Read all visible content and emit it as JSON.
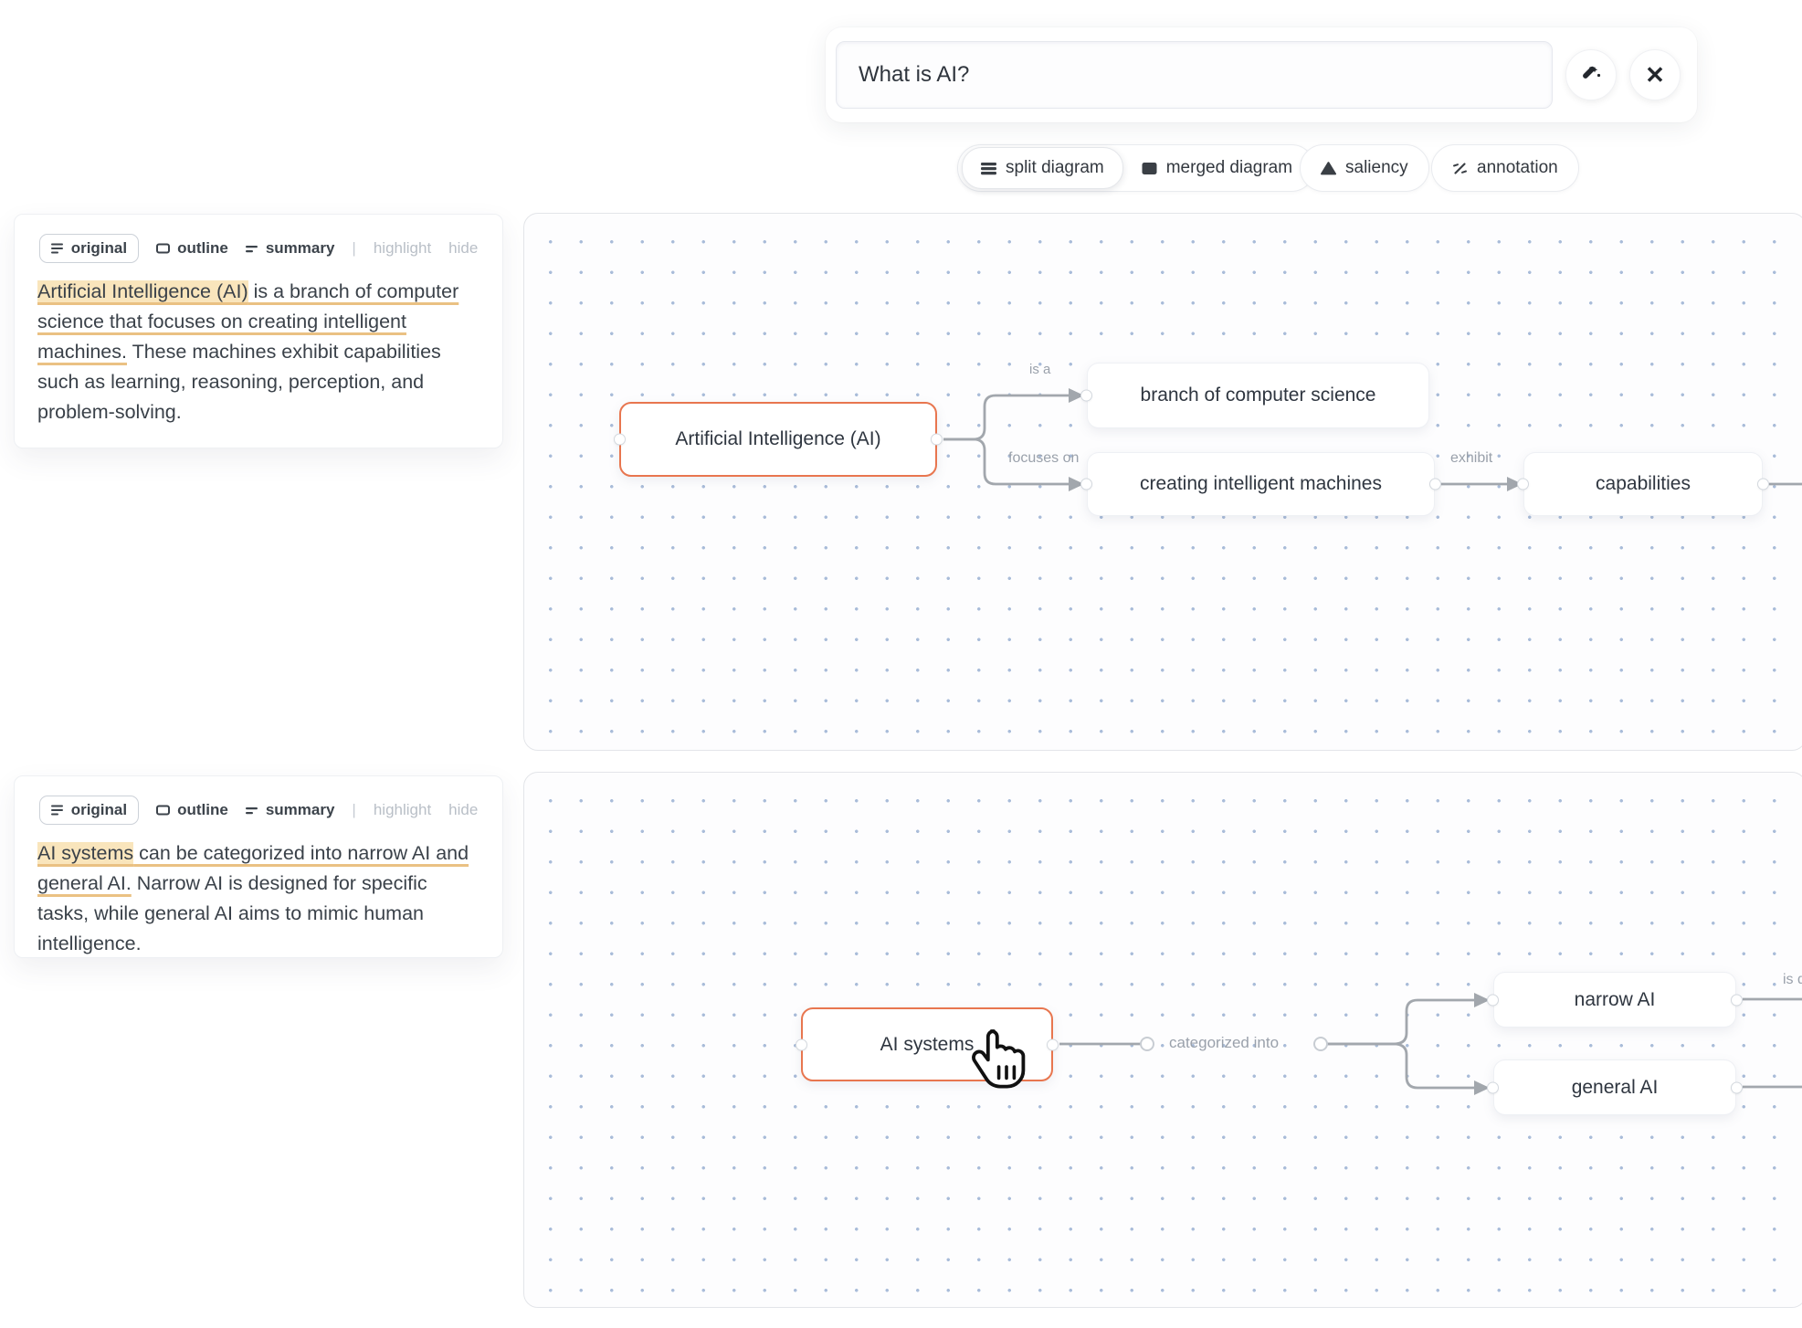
{
  "search": {
    "value": "What is AI?",
    "close_glyph": "✕"
  },
  "chips": {
    "split": {
      "label": "split diagram"
    },
    "merged": {
      "label": "merged diagram"
    },
    "saliency": {
      "label": "saliency"
    },
    "annotation": {
      "label": "annotation"
    }
  },
  "cards": [
    {
      "menu": {
        "original": "original",
        "outline": "outline",
        "summary": "summary",
        "divider": "|",
        "highlight": "highlight",
        "hide": "hide"
      },
      "segments": [
        {
          "text": "Artificial Intelligence (AI)"
        },
        {
          "text": " is a branch of computer science that focuses on creating intelligent machines."
        },
        {
          "text": " These machines exhibit capabilities such as learning, reasoning, perception, and problem-solving."
        }
      ]
    },
    {
      "menu": {
        "original": "original",
        "outline": "outline",
        "summary": "summary",
        "divider": "|",
        "highlight": "highlight",
        "hide": "hide"
      },
      "segments": [
        {
          "text": "AI systems"
        },
        {
          "text": " can be categorized into narrow AI and general AI."
        },
        {
          "text": " Narrow AI is designed for specific tasks, while general AI aims to mimic human intelligence."
        }
      ]
    }
  ],
  "diagrams": [
    {
      "nodes": {
        "root": "Artificial Intelligence (AI)",
        "branch": "branch of computer science",
        "creating": "creating intelligent machines",
        "capabilities": "capabilities"
      },
      "edges": {
        "is_a": "is a",
        "focuses_on": "focuses on",
        "exhibit": "exhibit"
      }
    },
    {
      "nodes": {
        "root": "AI systems",
        "narrow": "narrow AI",
        "general": "general AI"
      },
      "edges": {
        "categorized": "categorized into",
        "is_d_partial": "is d"
      }
    }
  ],
  "colors": {
    "selected_node_border": "#e8764f",
    "highlight_bg": "#f9e5bc",
    "highlight_underline": "#eac183",
    "edge": "#a2a7ad",
    "grid_dot": "#a9bcd9"
  }
}
